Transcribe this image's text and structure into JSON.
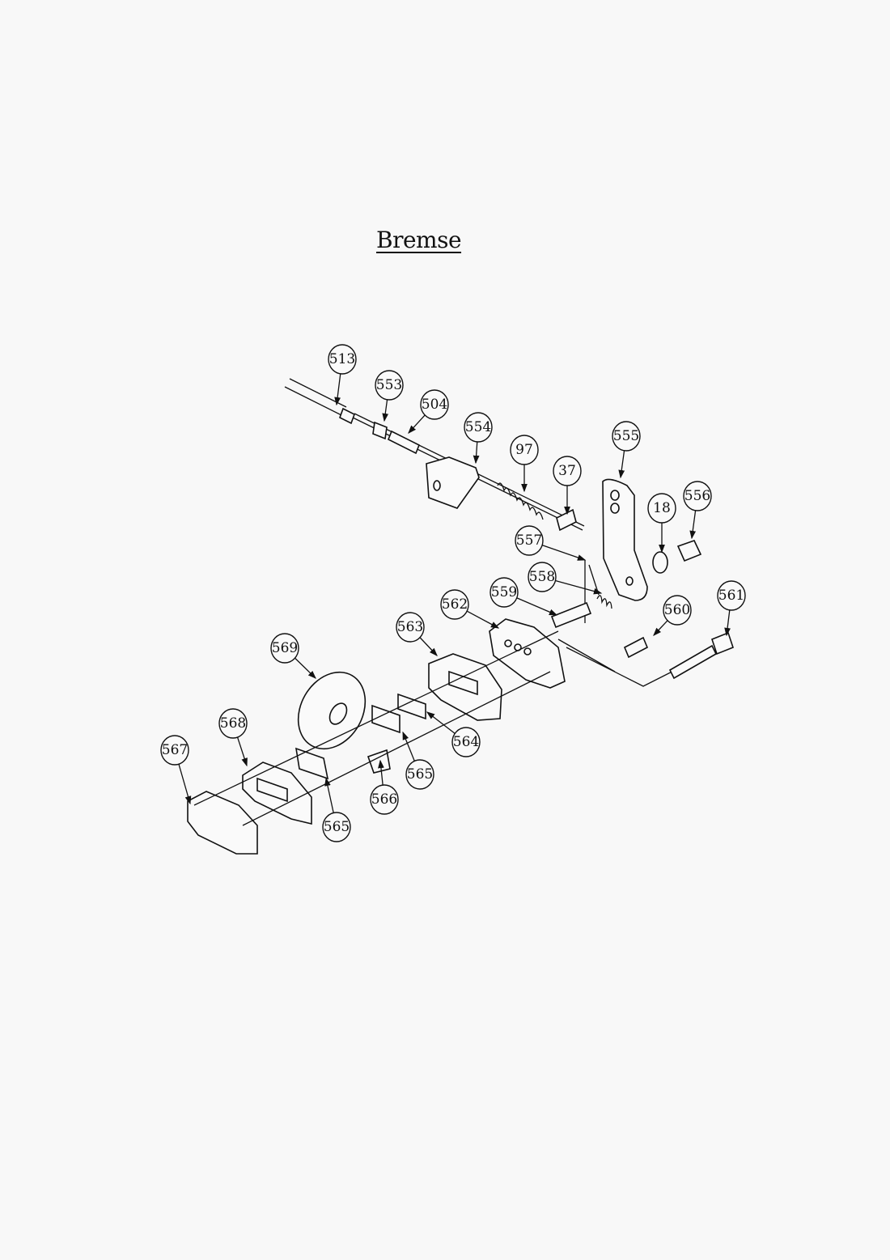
{
  "title": "Bremse",
  "callouts": [
    {
      "label": "513"
    },
    {
      "label": "553"
    },
    {
      "label": "504"
    },
    {
      "label": "554"
    },
    {
      "label": "97"
    },
    {
      "label": "37"
    },
    {
      "label": "555"
    },
    {
      "label": "18"
    },
    {
      "label": "556"
    },
    {
      "label": "557"
    },
    {
      "label": "558"
    },
    {
      "label": "559"
    },
    {
      "label": "562"
    },
    {
      "label": "563"
    },
    {
      "label": "569"
    },
    {
      "label": "560"
    },
    {
      "label": "561"
    },
    {
      "label": "568"
    },
    {
      "label": "567"
    },
    {
      "label": "564"
    },
    {
      "label": "565"
    },
    {
      "label": "565"
    },
    {
      "label": "566"
    }
  ]
}
